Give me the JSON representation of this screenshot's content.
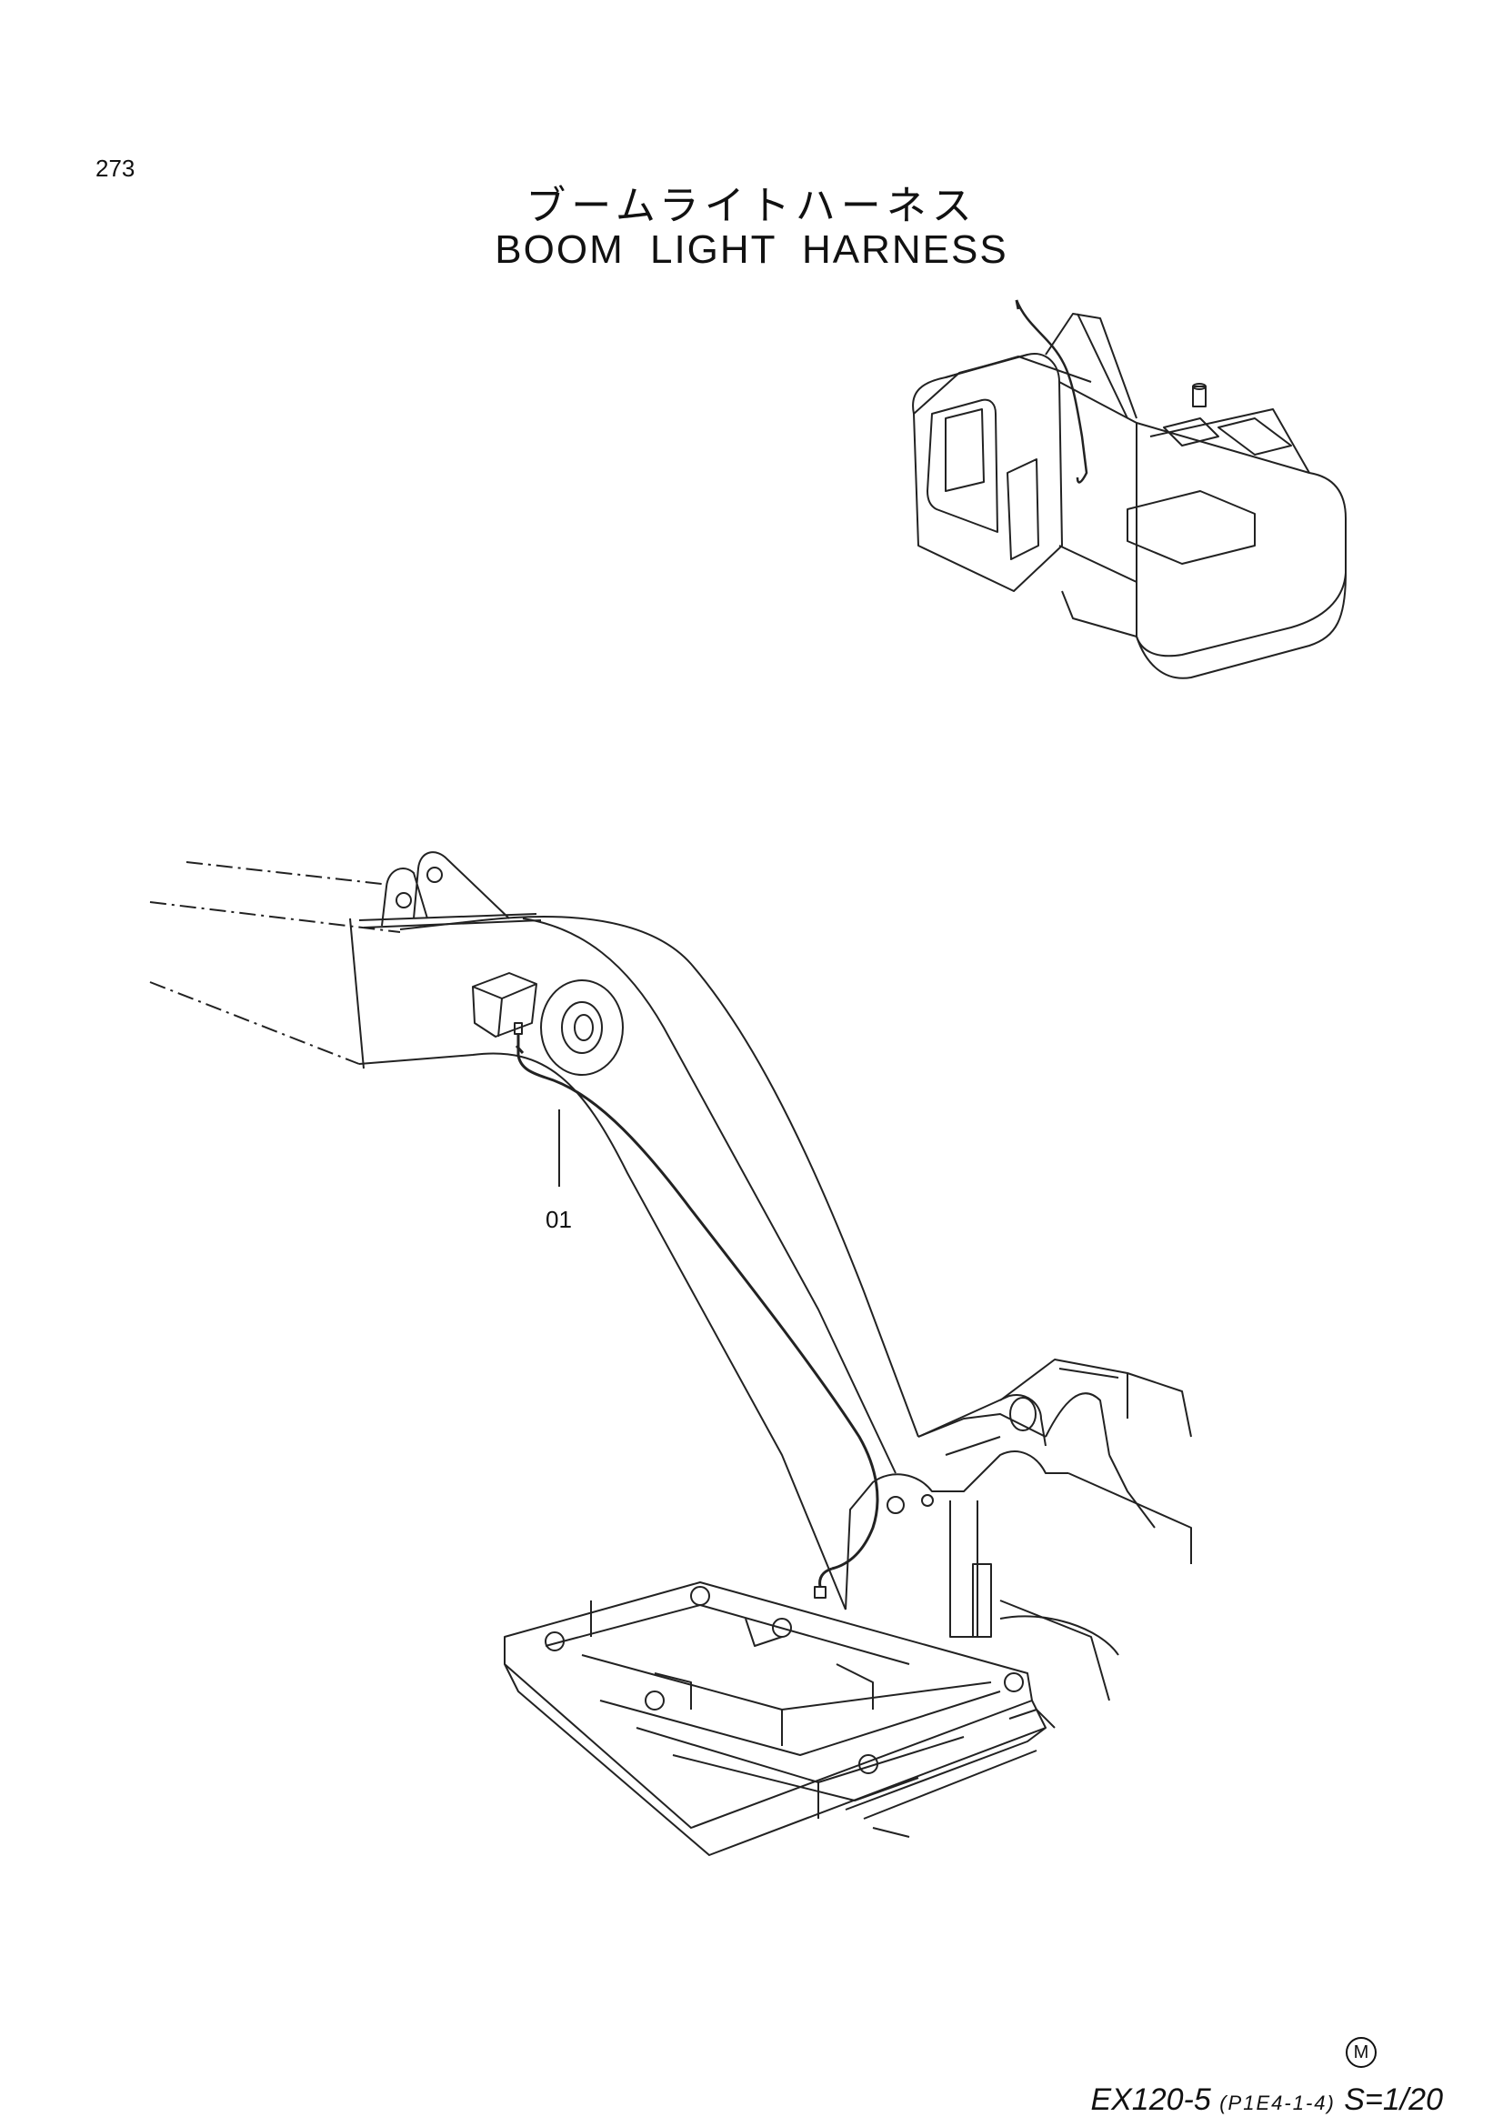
{
  "page_number": "273",
  "title": {
    "japanese": "ブームライトハーネス",
    "english": "BOOM  LIGHT  HARNESS"
  },
  "callouts": [
    {
      "id": "01",
      "label": "01"
    }
  ],
  "footer": {
    "mark": "M",
    "model": "EX120-5",
    "code": "(P1E4-1-4)",
    "scale": "S=1/20"
  }
}
